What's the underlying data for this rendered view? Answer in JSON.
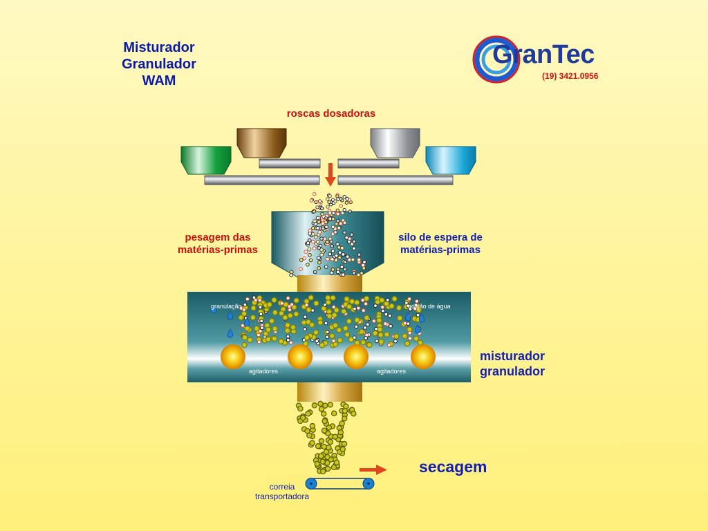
{
  "title": {
    "line1": "Misturador",
    "line2": "Granulador",
    "line3": "WAM"
  },
  "logo": {
    "brand": "GranTec",
    "phone": "(19) 3421.0956",
    "colors": {
      "brand": "#1f3a9a",
      "ring": "#1e5bd0",
      "phone": "#d01010"
    }
  },
  "labels": {
    "roscas": "roscas dosadoras",
    "pesagem_1": "pesagem das",
    "pesagem_2": "matérias-primas",
    "silo_1": "silo de espera de",
    "silo_2": "matérias-primas",
    "granulacao": "granulação",
    "agua": "adição de água",
    "agitadores_1": "agitadores",
    "agitadores_2": "agitadores",
    "misturador_1": "misturador",
    "misturador_2": "granulador",
    "secagem": "secagem",
    "correia_1": "correia",
    "correia_2": "transportadora"
  },
  "hoppers": [
    {
      "name": "green",
      "color": "#139a3a"
    },
    {
      "name": "brown",
      "color": "#8a5a1a"
    },
    {
      "name": "gray",
      "color": "#8d9196"
    },
    {
      "name": "cyan",
      "color": "#1aa8d8"
    }
  ],
  "colors": {
    "arrow": "#e0461b",
    "chamber": "#1f6f7a",
    "granule": "#c9c818",
    "agitator": "#f2b010"
  }
}
